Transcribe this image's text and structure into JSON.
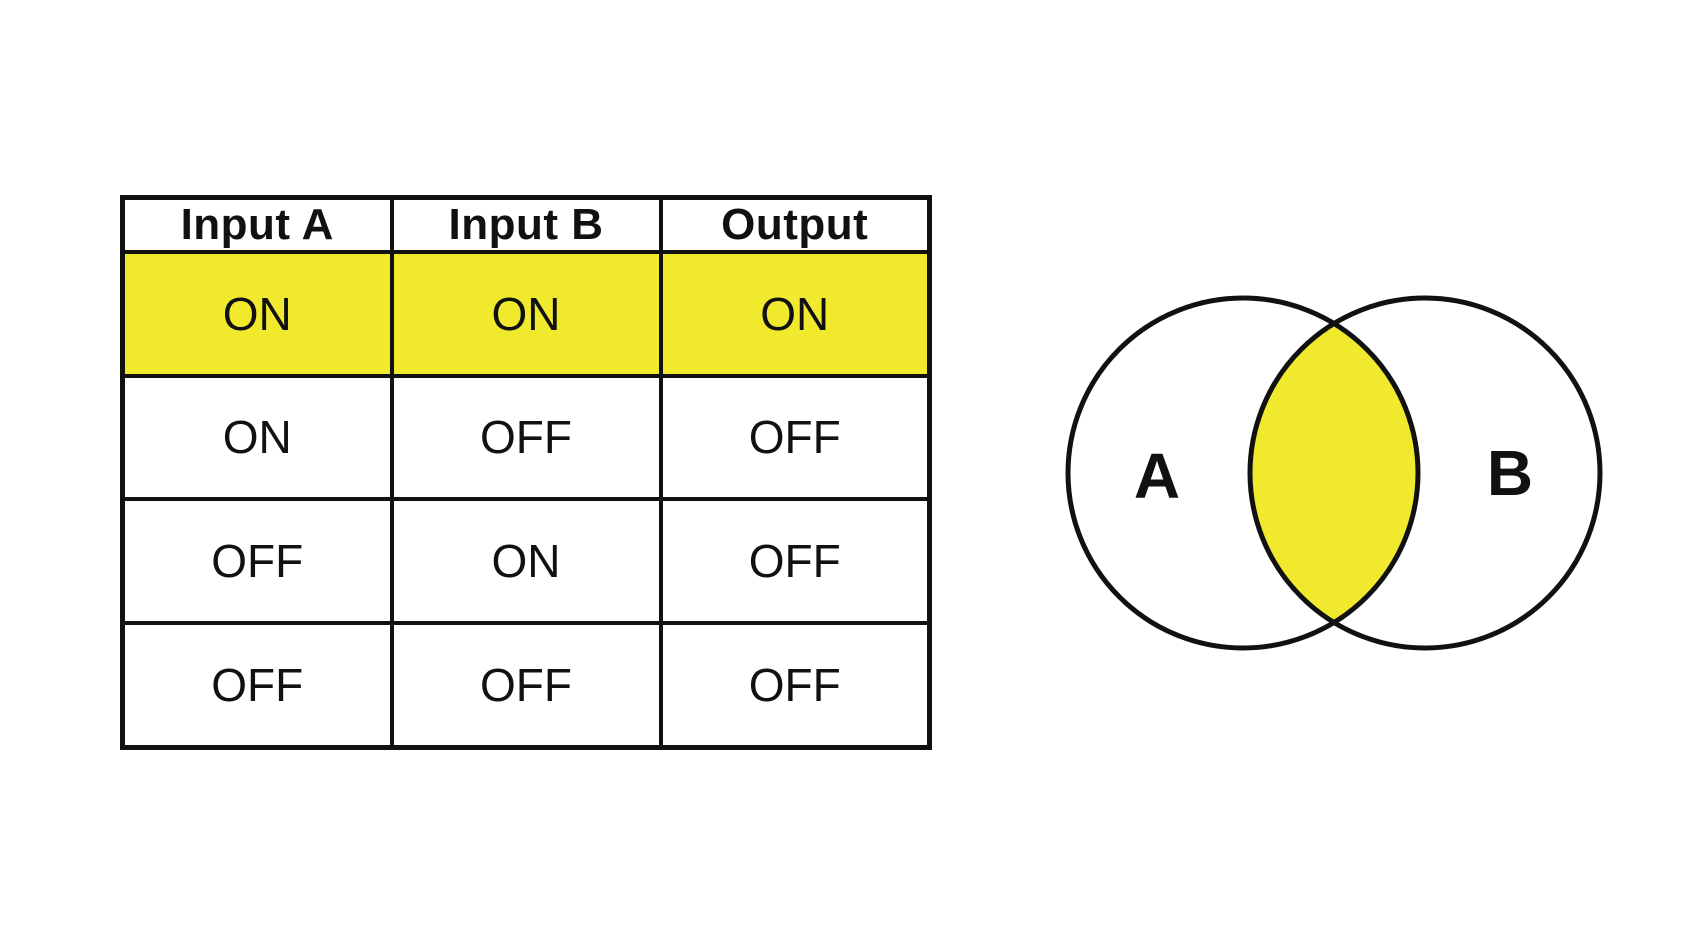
{
  "page": {
    "background_color": "#ffffff",
    "line_color": "#111111"
  },
  "truth_table": {
    "headers": [
      "Input A",
      "Input B",
      "Output"
    ],
    "rows": [
      {
        "values": [
          "ON",
          "ON",
          "ON"
        ],
        "highlighted": true
      },
      {
        "values": [
          "ON",
          "OFF",
          "OFF"
        ],
        "highlighted": false
      },
      {
        "values": [
          "OFF",
          "ON",
          "OFF"
        ],
        "highlighted": false
      },
      {
        "values": [
          "OFF",
          "OFF",
          "OFF"
        ],
        "highlighted": false
      }
    ],
    "highlight_color": "#F0E92E"
  },
  "venn": {
    "left_label": "A",
    "right_label": "B",
    "intersection_color": "#F0E92E",
    "circle_fill": "#ffffff",
    "outline_color": "#111111"
  }
}
